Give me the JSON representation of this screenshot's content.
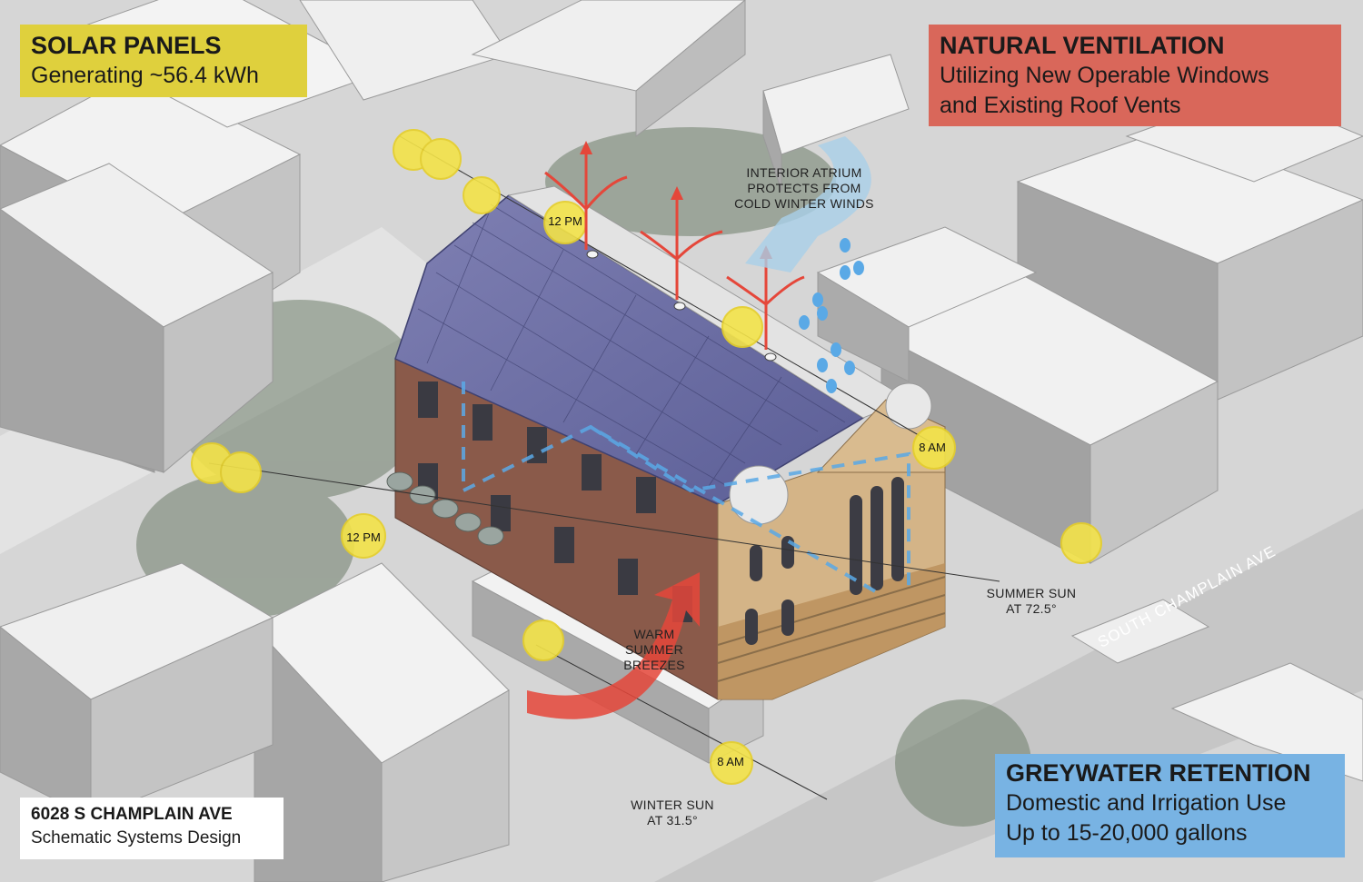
{
  "solar": {
    "title": "SOLAR PANELS",
    "line1": "Generating ~56.4 kWh"
  },
  "ventilation": {
    "title": "NATURAL VENTILATION",
    "line1": "Utilizing New Operable Windows",
    "line2": "and Existing Roof Vents"
  },
  "greywater": {
    "title": "GREYWATER RETENTION",
    "line1": "Domestic and Irrigation Use",
    "line2": "Up to 15-20,000 gallons"
  },
  "address": {
    "title": "6028 S CHAMPLAIN AVE",
    "subtitle": "Schematic Systems Design"
  },
  "annotations": {
    "atrium": [
      "INTERIOR ATRIUM",
      "PROTECTS FROM",
      "COLD WINTER WINDS"
    ],
    "breezes": [
      "WARM",
      "SUMMER",
      "BREEZES"
    ],
    "summer_sun": [
      "SUMMER SUN",
      "AT 72.5°"
    ],
    "winter_sun": [
      "WINTER SUN",
      "AT 31.5°"
    ],
    "street": "SOUTH CHAMPLAIN AVE"
  },
  "sun_times": {
    "noon_top": "12 PM",
    "noon_left": "12 PM",
    "morning_right": "8 AM",
    "morning_bottom": "8 AM"
  },
  "colors": {
    "solar": "#dfd03d",
    "ventilation": "#d9675a",
    "greywater": "#78b3e3",
    "sun": "#f3e349",
    "arrow_red": "#e5473a",
    "water_blue": "#5aa9e6"
  }
}
